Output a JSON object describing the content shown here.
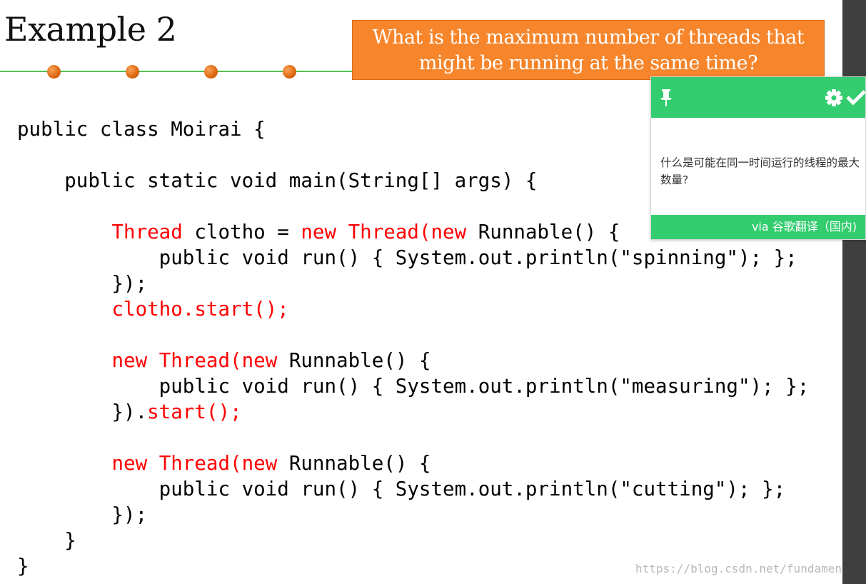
{
  "slide": {
    "title": "Example 2",
    "question": "What is the maximum number of threads that might be running at the same time?",
    "code_lines": [
      [
        {
          "t": "public class Moirai {"
        }
      ],
      [
        {
          "t": ""
        }
      ],
      [
        {
          "t": "    public static void main(String[] args) {"
        }
      ],
      [
        {
          "t": ""
        }
      ],
      [
        {
          "t": "        "
        },
        {
          "t": "Thread",
          "k": 1
        },
        {
          "t": " clotho = "
        },
        {
          "t": "new",
          "k": 1
        },
        {
          "t": " "
        },
        {
          "t": "Thread(new",
          "k": 1
        },
        {
          "t": " Runnable() {"
        }
      ],
      [
        {
          "t": "            public void run() { System.out.println(\"spinning\"); };"
        }
      ],
      [
        {
          "t": "        });"
        }
      ],
      [
        {
          "t": "        "
        },
        {
          "t": "clotho.start();",
          "k": 1
        }
      ],
      [
        {
          "t": ""
        }
      ],
      [
        {
          "t": "        "
        },
        {
          "t": "new",
          "k": 1
        },
        {
          "t": " "
        },
        {
          "t": "Thread(new",
          "k": 1
        },
        {
          "t": " Runnable() {"
        }
      ],
      [
        {
          "t": "            public void run() { System.out.println(\"measuring\"); };"
        }
      ],
      [
        {
          "t": "        })."
        },
        {
          "t": "start();",
          "k": 1
        }
      ],
      [
        {
          "t": ""
        }
      ],
      [
        {
          "t": "        "
        },
        {
          "t": "new",
          "k": 1
        },
        {
          "t": " "
        },
        {
          "t": "Thread(new",
          "k": 1
        },
        {
          "t": " Runnable() {"
        }
      ],
      [
        {
          "t": "            public void run() { System.out.println(\"cutting\"); };"
        }
      ],
      [
        {
          "t": "        });"
        }
      ],
      [
        {
          "t": "    }"
        }
      ],
      [
        {
          "t": "}"
        }
      ]
    ],
    "watermark": "https://blog.csdn.net/fundament"
  },
  "translator_popup": {
    "pin_icon": "pin-icon",
    "settings_icon": "gear-icon",
    "confirm_icon": "checkmark-icon",
    "translation": "什么是可能在同一时间运行的线程的最大数量?",
    "source": "via 谷歌翻译（国内)"
  },
  "colors": {
    "accent_orange": "#f6852b",
    "popup_green": "#33cc6f",
    "keyword_red": "#ff0000",
    "rule_green": "#4fc34f"
  }
}
